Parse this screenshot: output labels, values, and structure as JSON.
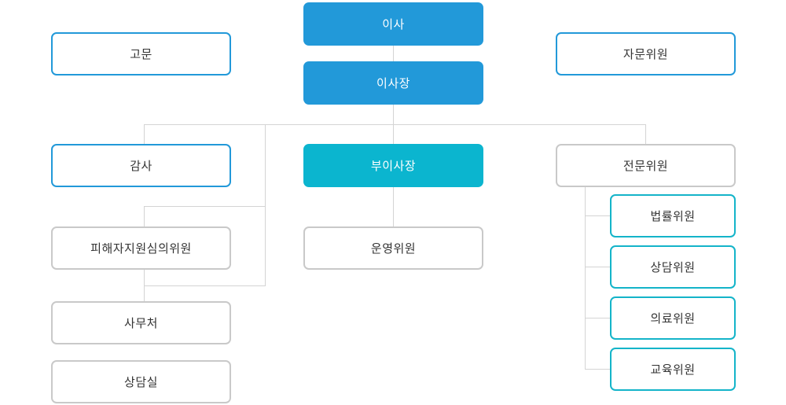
{
  "colors": {
    "primary_blue": "#2299d9",
    "teal": "#0bb5cf",
    "gray_border": "#c9c9c9",
    "connector": "#d4d4d4"
  },
  "nodes": {
    "board": "이사",
    "chairman": "이사장",
    "advisor": "고문",
    "consulting_committee": "자문위원",
    "auditor": "감사",
    "vice_chairman": "부이사장",
    "expert_committee": "전문위원",
    "victim_support_committee": "피해자지원심의위원",
    "steering_committee": "운영위원",
    "secretariat": "사무처",
    "counseling_office": "상담실",
    "legal_committee": "법률위원",
    "counseling_committee": "상담위원",
    "medical_committee": "의료위원",
    "education_committee": "교육위원"
  }
}
